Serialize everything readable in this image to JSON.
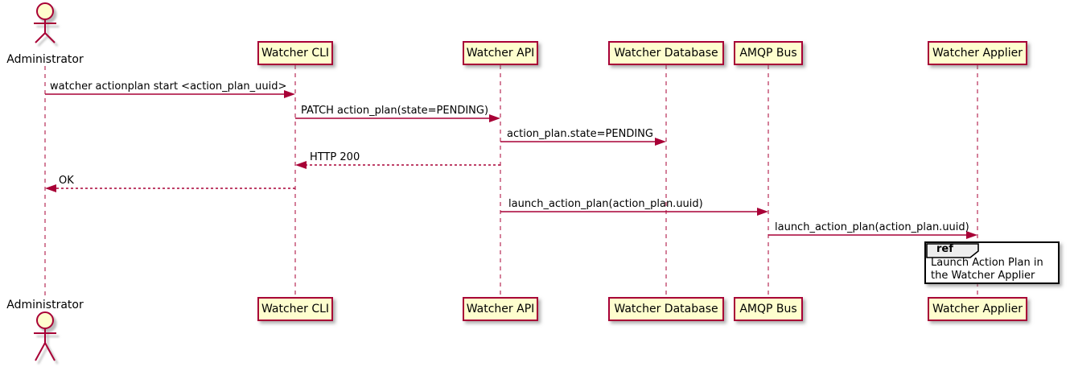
{
  "diagram": {
    "type": "plantuml-sequence",
    "actor": {
      "name": "Administrator"
    },
    "participants": [
      {
        "name": "Watcher CLI"
      },
      {
        "name": "Watcher API"
      },
      {
        "name": "Watcher Database"
      },
      {
        "name": "AMQP Bus"
      },
      {
        "name": "Watcher Applier"
      }
    ],
    "messages": [
      {
        "from": "Administrator",
        "to": "Watcher CLI",
        "style": "solid",
        "text": "watcher actionplan start <action_plan_uuid>"
      },
      {
        "from": "Watcher CLI",
        "to": "Watcher API",
        "style": "solid",
        "text": "PATCH action_plan(state=PENDING)"
      },
      {
        "from": "Watcher API",
        "to": "Watcher Database",
        "style": "solid",
        "text": "action_plan.state=PENDING"
      },
      {
        "from": "Watcher API",
        "to": "Watcher CLI",
        "style": "dashed",
        "text": "HTTP 200"
      },
      {
        "from": "Watcher CLI",
        "to": "Administrator",
        "style": "dashed",
        "text": "OK"
      },
      {
        "from": "Watcher API",
        "to": "AMQP Bus",
        "style": "solid",
        "text": "launch_action_plan(action_plan.uuid)"
      },
      {
        "from": "AMQP Bus",
        "to": "Watcher Applier",
        "style": "solid",
        "text": "launch_action_plan(action_plan.uuid)"
      }
    ],
    "ref_fragment": {
      "label": "ref",
      "over": "Watcher Applier",
      "text": "Launch Action Plan in the Watcher Applier"
    },
    "colors": {
      "line": "#A80036",
      "box_fill": "#FEFECE",
      "text": "#000000",
      "ref_border": "#000000",
      "ref_tab_fill": "#EEEEEE",
      "background": "#FFFFFF"
    }
  }
}
